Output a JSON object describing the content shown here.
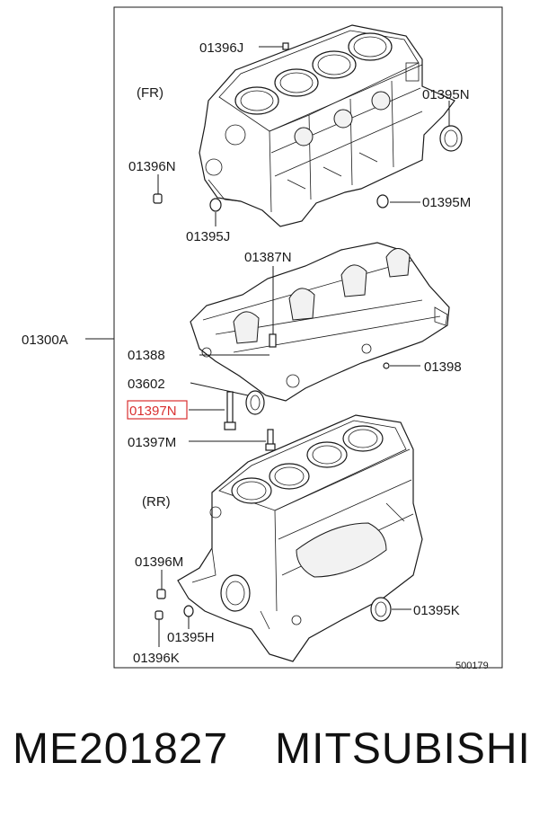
{
  "diagram": {
    "labels": {
      "l_01396J": "01396J",
      "l_FR": "(FR)",
      "l_01395N": "01395N",
      "l_01396N": "01396N",
      "l_01395M": "01395M",
      "l_01395J": "01395J",
      "l_01387N": "01387N",
      "l_01300A": "01300A",
      "l_01388": "01388",
      "l_01398": "01398",
      "l_03602": "03602",
      "l_01397N": "01397N",
      "l_01397M": "01397M",
      "l_RR": "(RR)",
      "l_01396M": "01396M",
      "l_01395K": "01395K",
      "l_01395H": "01395H",
      "l_01396K": "01396K",
      "l_code": "500179"
    },
    "highlight_color": "#d93030"
  },
  "footer": {
    "part_number": "ME201827",
    "brand": "MITSUBISHI"
  }
}
